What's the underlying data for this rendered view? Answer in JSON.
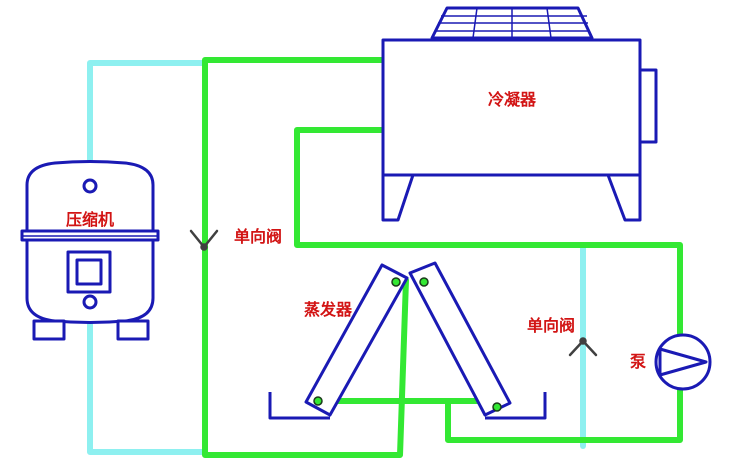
{
  "labels": {
    "compressor": "压缩机",
    "condenser": "冷凝器",
    "check_valve_left": "单向阀",
    "evaporator": "蒸发器",
    "check_valve_right": "单向阀",
    "pump": "泵"
  },
  "colors": {
    "outline": "#1a1ab4",
    "label": "#d21414",
    "green_pipe": "#33e833",
    "cyan_pipe": "#8ef0f0",
    "valve": "#404040",
    "dot_fill": "#33e833"
  }
}
